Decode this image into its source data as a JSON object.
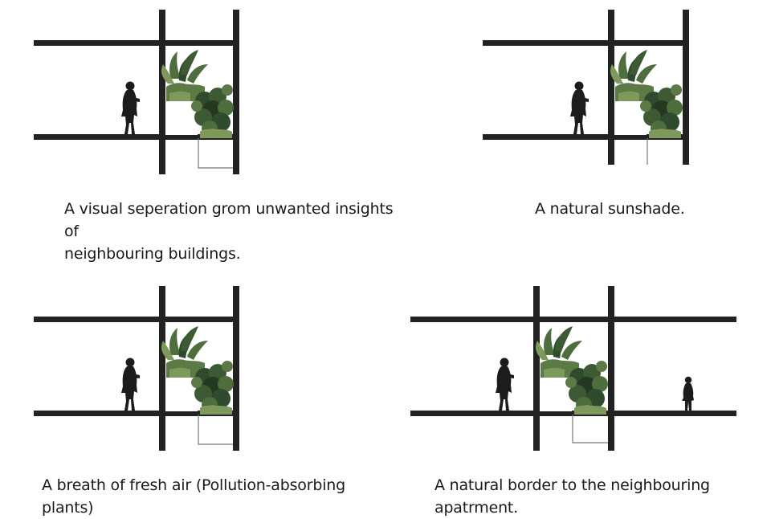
{
  "panels": [
    {
      "id": "visual-separation",
      "caption_lines": [
        "A visual seperation grom unwanted insights of",
        "neighbouring buildings."
      ]
    },
    {
      "id": "natural-sunshade",
      "caption_lines": [
        "A natural sunshade."
      ]
    },
    {
      "id": "fresh-air",
      "caption_lines": [
        "A breath of fresh air (Pollution-absorbing plants)"
      ]
    },
    {
      "id": "natural-border",
      "caption_lines": [
        "A natural border to the neighbouring apatrment."
      ]
    }
  ],
  "colors": {
    "structure": "#222222",
    "planter_outline": "#777777",
    "foliage_dark": "#2f4a2c",
    "foliage_mid": "#4f6e3e",
    "foliage_light": "#7d9a5c",
    "silhouette": "#1c1c1c"
  },
  "icons": [
    "person-silhouette-icon",
    "child-silhouette-icon",
    "plant-foliage-icon"
  ]
}
